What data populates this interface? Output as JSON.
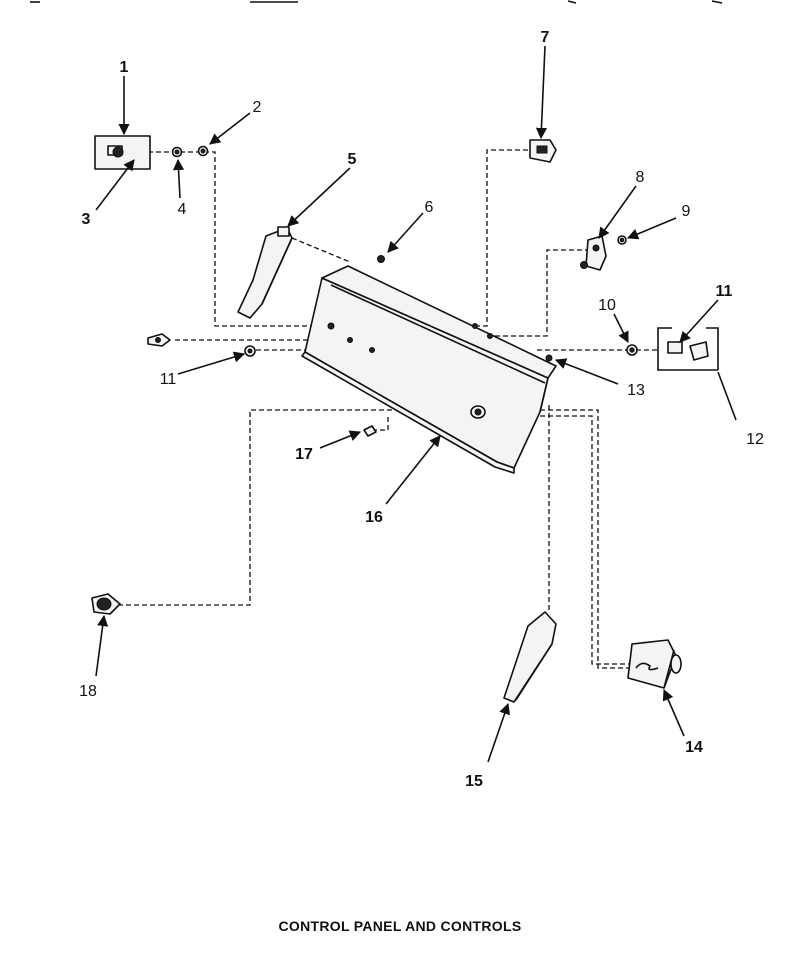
{
  "caption": "CONTROL PANEL AND CONTROLS",
  "callouts": [
    "1",
    "2",
    "3",
    "4",
    "5",
    "6",
    "7",
    "8",
    "9",
    "10",
    "11",
    "11",
    "12",
    "13",
    "14",
    "15",
    "16",
    "17",
    "18"
  ]
}
